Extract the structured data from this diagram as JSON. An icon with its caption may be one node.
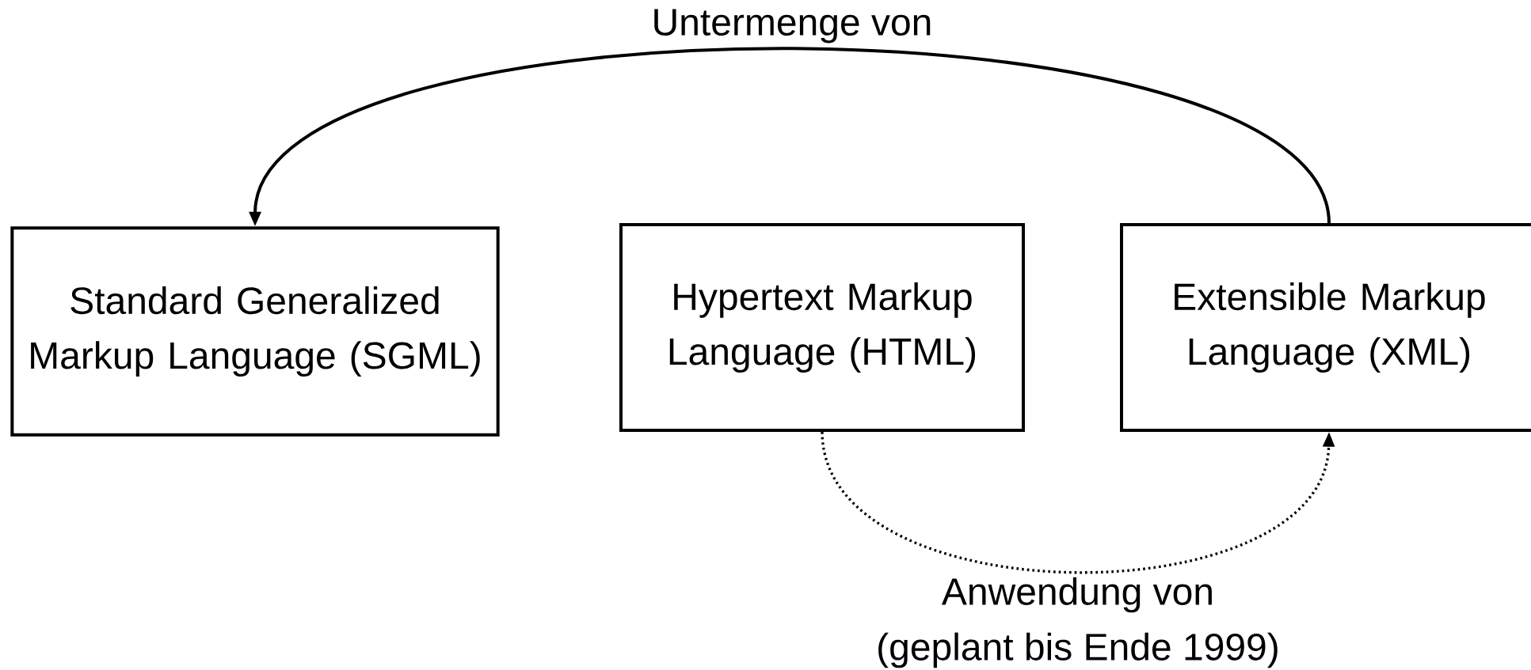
{
  "diagram": {
    "nodes": [
      {
        "text": [
          "Standard Generalized Markup Language (SGML)"
        ]
      },
      {
        "text": [
          "Hypertext Markup Language (HTML)"
        ]
      },
      {
        "text": [
          "Extensible Markup Language (XML)"
        ]
      }
    ],
    "edges": [
      {
        "from": 2,
        "to": 0,
        "arrow": "to",
        "label": "Untermenge von"
      },
      {
        "from": 1,
        "to": 2,
        "arrow": "to",
        "style": "dashed",
        "label": "Anwendung von"
      }
    ],
    "labels": [
      "(geplant bis Ende 1999)"
    ]
  }
}
